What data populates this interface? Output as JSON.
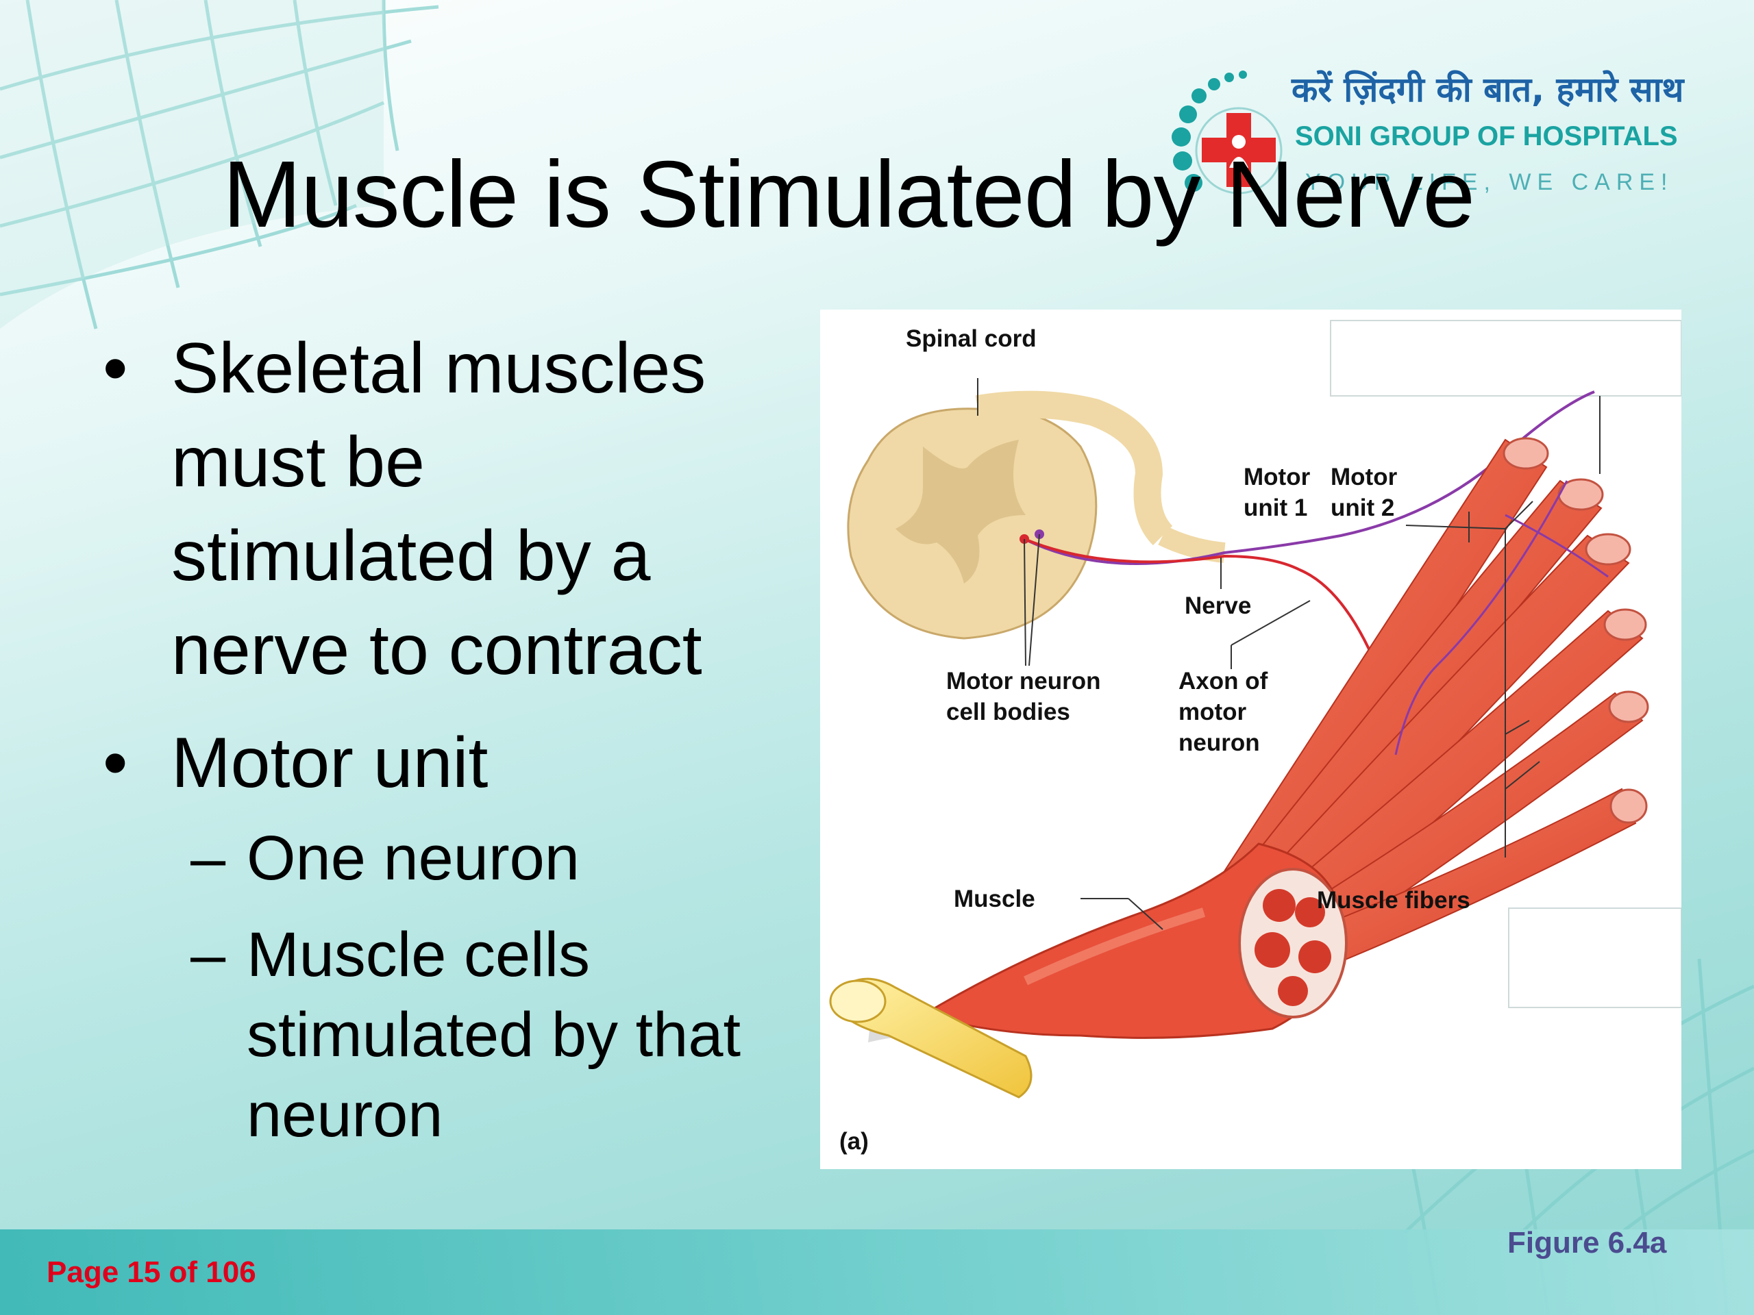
{
  "slide": {
    "title": "Muscle is Stimulated by Nerve",
    "bullets": [
      {
        "text": "Skeletal muscles must be stimulated by a nerve to contract",
        "lines": [
          "Skeletal muscles",
          "must be",
          "stimulated by a",
          "nerve to contract"
        ]
      },
      {
        "text": "Motor unit",
        "lines": [
          "Motor unit"
        ],
        "subitems": [
          {
            "text": "One neuron",
            "lines": [
              "One neuron"
            ]
          },
          {
            "text": "Muscle cells stimulated by that neuron",
            "lines": [
              "Muscle cells",
              "stimulated by that",
              "neuron"
            ]
          }
        ]
      }
    ]
  },
  "logo": {
    "hindi_tagline": "करें ज़िंदगी की बात, हमारे साथ",
    "name": "SONI GROUP OF HOSPITALS",
    "tagline": "YOUR LIFE, WE CARE!"
  },
  "figure": {
    "labels": {
      "spinal_cord": "Spinal cord",
      "motor_unit_1": [
        "Motor",
        "unit 1"
      ],
      "motor_unit_2": [
        "Motor",
        "unit 2"
      ],
      "nerve": "Nerve",
      "motor_neuron_cell_bodies": [
        "Motor neuron",
        "cell bodies"
      ],
      "axon_of_motor_neuron": [
        "Axon of",
        "motor",
        "neuron"
      ],
      "muscle": "Muscle",
      "muscle_fibers": "Muscle fibers",
      "panel": "(a)"
    },
    "caption": "Figure 6.4a"
  },
  "footer": {
    "page_indicator": "Page 15 of 106"
  },
  "colors": {
    "muscle": "#e8503a",
    "spinal_cord": "#f0d9a6",
    "neuron_1": "#d8272f",
    "neuron_2": "#8a3aa8",
    "page_indicator": "#e0001b",
    "caption": "#4b4b8f",
    "logo_cross": "#e32b2b"
  }
}
